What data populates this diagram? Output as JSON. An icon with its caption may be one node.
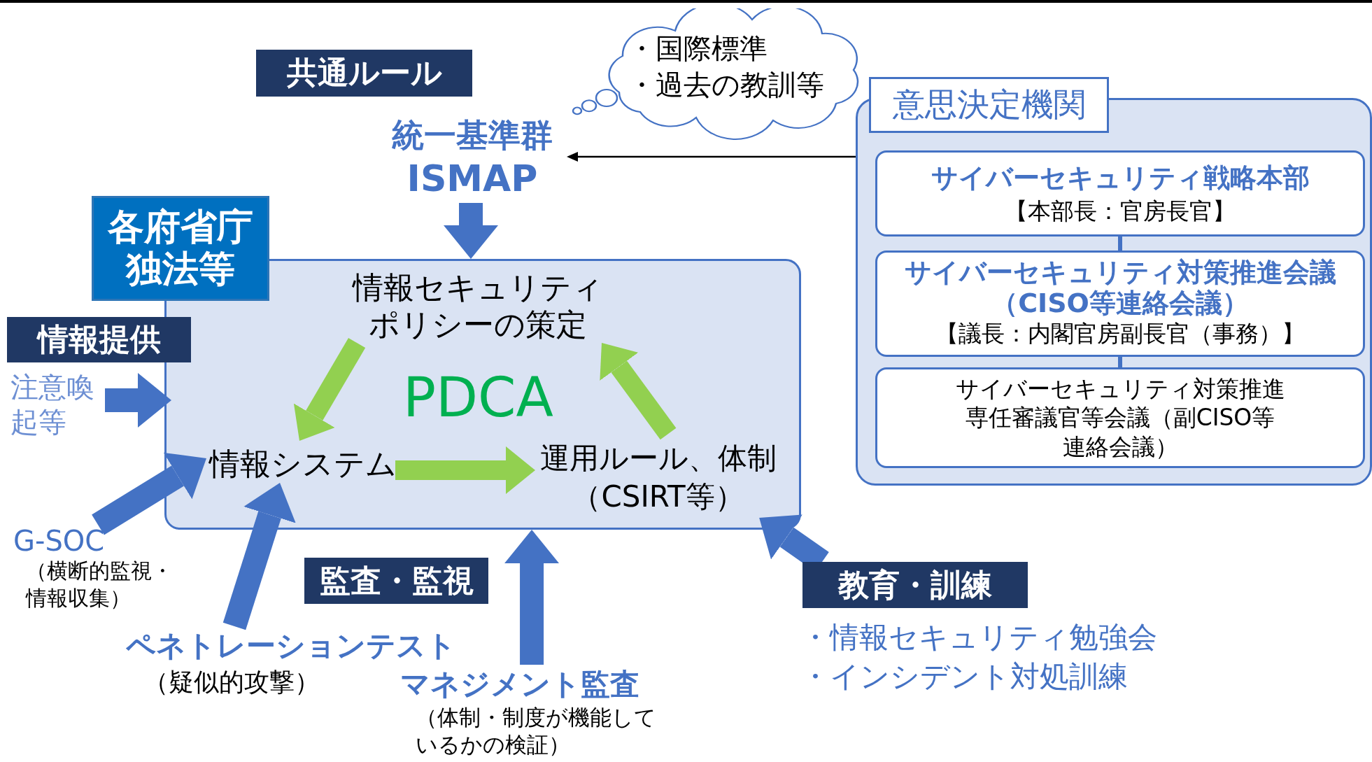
{
  "diagram": {
    "nodes": [
      {
        "text": [
          "共通ルール"
        ]
      },
      {
        "text": [
          "統一基準群",
          "ISMAP"
        ]
      },
      {
        "text": [
          "・国際標準",
          "・過去の教訓等"
        ]
      },
      {
        "text": [
          "意思決定機関"
        ]
      },
      {
        "text": [
          "サイバーセキュリティ戦略本部",
          "【本部長：官房長官】"
        ],
        "in": 3
      },
      {
        "text": [
          "サイバーセキュリティ対策推進会議（CISO等連絡会議）",
          "【議長：内閣官房副長官（事務）】"
        ],
        "in": 3
      },
      {
        "text": [
          "サイバーセキュリティ対策推進専任審議官等会議（副CISO等連絡会議）"
        ],
        "in": 3
      },
      {
        "text": [
          "各府省庁独法等"
        ]
      },
      {
        "text": [
          "PDCA"
        ]
      },
      {
        "text": [
          "情報セキュリティポリシーの策定"
        ],
        "in": 8
      },
      {
        "text": [
          "情報システム"
        ],
        "in": 8
      },
      {
        "text": [
          "運用ルール、体制（CSIRT等）"
        ],
        "in": 8
      },
      {
        "text": [
          "情報提供"
        ]
      },
      {
        "text": [
          "注意喚起等"
        ]
      },
      {
        "text": [
          "G-SOC",
          "（横断的監視・情報収集）"
        ]
      },
      {
        "text": [
          "ペネトレーションテスト",
          "（疑似的攻撃）"
        ]
      },
      {
        "text": [
          "監査・監視"
        ]
      },
      {
        "text": [
          "マネジメント監査",
          "（体制・制度が機能しているかの検証）"
        ]
      },
      {
        "text": [
          "教育・訓練"
        ]
      },
      {
        "text": [
          "・情報セキュリティ勉強会",
          "・インシデント対処訓練"
        ]
      }
    ],
    "edges": [
      {
        "from": 3,
        "to": 1,
        "arrow": "to",
        "color": "#000000"
      },
      {
        "from": 1,
        "to": 8,
        "arrow": "to"
      },
      {
        "from": 9,
        "to": 10,
        "arrow": "to",
        "color": "#92d050"
      },
      {
        "from": 10,
        "to": 11,
        "arrow": "to",
        "color": "#92d050"
      },
      {
        "from": 11,
        "to": 9,
        "arrow": "to",
        "color": "#92d050"
      },
      {
        "from": 13,
        "to": 8,
        "arrow": "to"
      },
      {
        "from": 14,
        "to": 10,
        "arrow": "to"
      },
      {
        "from": 15,
        "to": 10,
        "arrow": "to"
      },
      {
        "from": 17,
        "to": 8,
        "arrow": "to"
      },
      {
        "from": 18,
        "to": 11,
        "arrow": "to"
      },
      {
        "from": 4,
        "to": 5,
        "arrow": "none"
      },
      {
        "from": 5,
        "to": 6,
        "arrow": "none"
      }
    ]
  }
}
